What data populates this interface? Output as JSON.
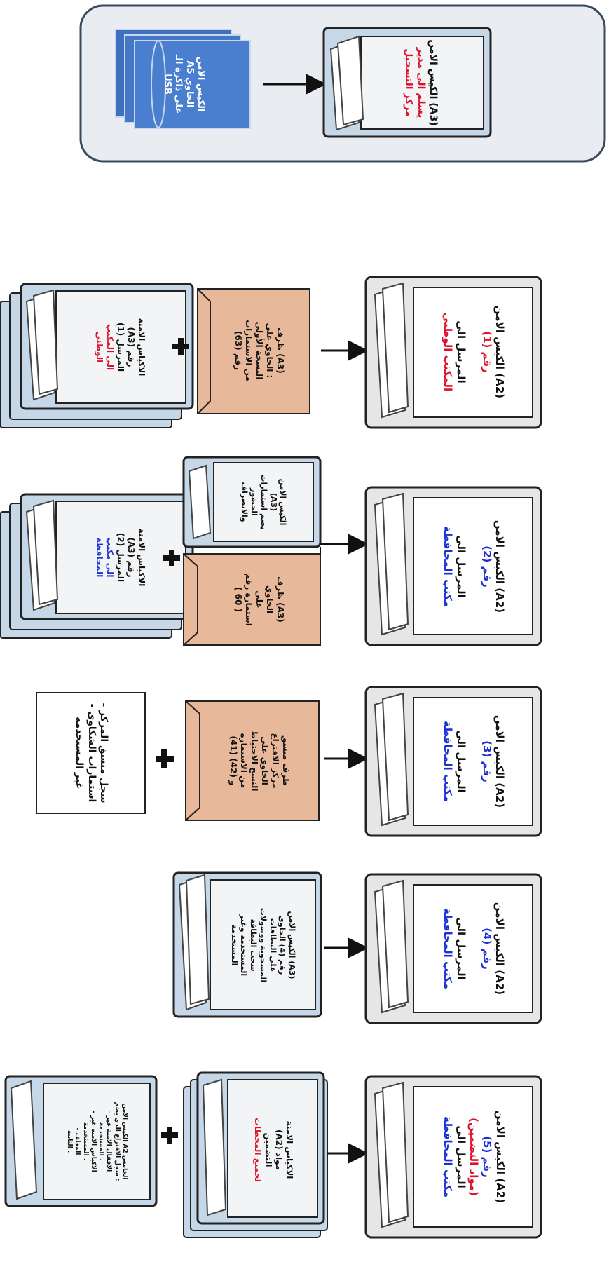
{
  "colors": {
    "red": "#e0102a",
    "blue": "#1a2fd6",
    "usb_blue": "#3f6fbf",
    "envelope": "#e8b89a",
    "bag_frame": "#c6d8e8",
    "outer_frame": "#e6e6e6"
  },
  "top_panel": {
    "usb_text": [
      "الكيس الامن",
      "A5 الحاوي",
      "على ذاكرة الـ",
      "USB"
    ],
    "a3_bag": {
      "line1": "الكيس الامن (A3)",
      "line2": "يسلم الى مدير",
      "line3": "مركز التسجيل"
    }
  },
  "columns": [
    {
      "items": {
        "stack": [
          "الاكياس الامنة",
          "(A3) رقم",
          "(1) المرسل",
          "الى المكتب",
          "الوطني"
        ],
        "envelope": [
          "ظرف (A3)",
          "الحاوي على :",
          "النسخة الأولى",
          "من الاستمارات",
          "رقم (63)"
        ]
      },
      "result": {
        "title": "الكيس الامن (A2)",
        "number": "رقم (1)",
        "sent_to": "المرسل الى",
        "dest": "المكتب الوطني"
      }
    },
    {
      "items": {
        "stack": [
          "الاكياس الامنة",
          "(A3) رقم",
          "(2) المرسل",
          "الى مكتب",
          "المحافظة"
        ],
        "envelope": [
          "ظرف (A3)",
          "الحاوي",
          "على",
          "استمارة رقم",
          "( 60 )"
        ],
        "bag": [
          "الكيس الامن",
          "(A3)",
          "يضم استمارات",
          "الحضور",
          "والانصراف"
        ]
      },
      "result": {
        "title": "الكيس الامن (A2)",
        "number": "رقم (2)",
        "sent_to": "المرسل الى",
        "dest": "مكتب المحافظة"
      }
    },
    {
      "items": {
        "box": [
          "- سجل منسق المركز",
          "- استمارات الشكاوى",
          "غير المستخدمة"
        ],
        "envelope": [
          "ظرف منسق",
          "مركز الاقتراع",
          "الحاوي على",
          "النسخ الاحتياط",
          "من الاستمارة",
          "(41) و (42)"
        ]
      },
      "result": {
        "title": "الكيس الامن (A2)",
        "number": "رقم (3)",
        "sent_to": "المرسل الى",
        "dest": "مكتب المحافظة"
      }
    },
    {
      "items": {
        "bag": [
          "الكيس الامن (A3)",
          "رقم (4) الحاوي",
          "على البطاقات",
          "المسحوبة ووصولات",
          "سحب البطاقة",
          "المستخدمة وغير",
          "المستخدمة"
        ]
      },
      "result": {
        "title": "الكيس الامن (A2)",
        "number": "رقم (4)",
        "sent_to": "المرسل الى",
        "dest": "مكتب المحافظة"
      }
    },
    {
      "items": {
        "bag_small": [
          "الكيس الامن A2 الخامس",
          "سجل الاقتراع الذي يضم :",
          "- الاقفال الامنة غير",
          "المستخدمة .",
          "- الاكياس الامنة غير",
          "المستخدمة .",
          "- المغلف",
          "الثانية ."
        ],
        "stack": [
          "الاكياس الامنة",
          "(A2) مواد",
          "التضمين",
          "لجميع المحطات"
        ]
      },
      "result": {
        "title": "الكيس الامن (A2)",
        "number": "رقم (5)",
        "extra": "(مواد التضمين)",
        "sent_to": "المرسل الى",
        "dest": "مكتب المحافظة"
      }
    }
  ]
}
